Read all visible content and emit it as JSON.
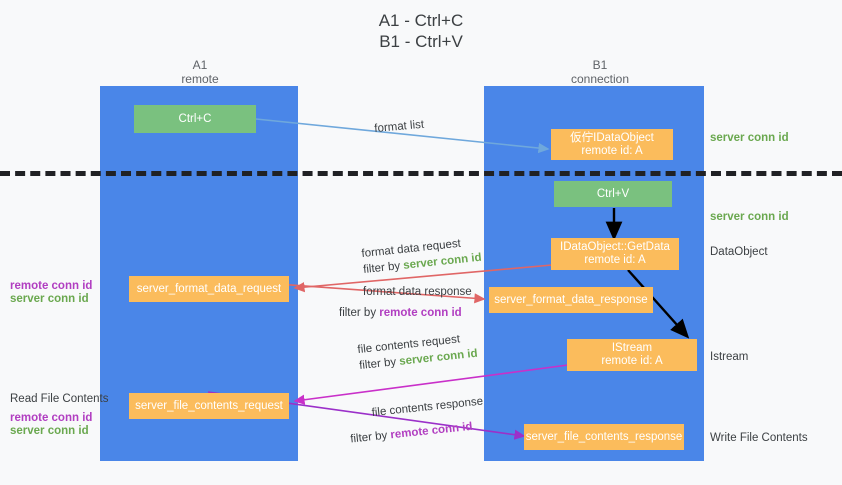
{
  "diagram": {
    "title_line1": "A1 - Ctrl+C",
    "title_line2": "B1 - Ctrl+V",
    "columns": [
      {
        "id": "a1",
        "name": "A1",
        "role": "remote"
      },
      {
        "id": "b1",
        "name": "B1",
        "role": "connection"
      }
    ],
    "colors": {
      "background": "#f8f9fa",
      "column": "#4a86e8",
      "green_node": "#7ac17f",
      "orange_node": "#fbbc5c",
      "server_conn_id": "#6aa84f",
      "remote_conn_id": "#b13ec1",
      "divider": "#202124",
      "arrow_blue": "#6fa8dc",
      "arrow_red": "#e06666",
      "arrow_magenta": "#c930c9",
      "arrow_purple": "#9b30c9",
      "arrow_black": "#000000"
    },
    "nodes": [
      {
        "id": "ctrl-c",
        "line1": "Ctrl+C",
        "line2": "",
        "style": "green"
      },
      {
        "id": "idataobject",
        "line1": "仮佇IDataObject",
        "line2": "remote id: A",
        "style": "orange"
      },
      {
        "id": "ctrl-v",
        "line1": "Ctrl+V",
        "line2": "",
        "style": "green"
      },
      {
        "id": "getdata",
        "line1": "IDataObject::GetData",
        "line2": "remote id: A",
        "style": "orange"
      },
      {
        "id": "format-data-request",
        "line1": "server_format_data_request",
        "line2": "",
        "style": "orange"
      },
      {
        "id": "format-data-response",
        "line1": "server_format_data_response",
        "line2": "",
        "style": "orange"
      },
      {
        "id": "istream",
        "line1": "IStream",
        "line2": "remote id: A",
        "style": "orange"
      },
      {
        "id": "file-contents-request",
        "line1": "server_file_contents_request",
        "line2": "",
        "style": "orange"
      },
      {
        "id": "file-contents-response",
        "line1": "server_file_contents_response",
        "line2": "",
        "style": "orange"
      }
    ],
    "right_labels": [
      {
        "id": "server-conn-id-1",
        "text": "server conn id",
        "style": "green"
      },
      {
        "id": "server-conn-id-2",
        "text": "server conn id",
        "style": "green"
      },
      {
        "id": "dataobject",
        "text": "DataObject",
        "style": "dark"
      },
      {
        "id": "istream",
        "text": "Istream",
        "style": "dark"
      },
      {
        "id": "write-file-contents",
        "text": "Write File Contents",
        "style": "dark"
      }
    ],
    "left_labels": [
      {
        "id": "remote-conn-id-1",
        "text": "remote conn id",
        "style": "purple"
      },
      {
        "id": "server-conn-id-left-1",
        "text": "server conn id",
        "style": "green"
      },
      {
        "id": "read-file-contents",
        "text": "Read File Contents",
        "style": "dark"
      },
      {
        "id": "remote-conn-id-2",
        "text": "remote conn id",
        "style": "purple"
      },
      {
        "id": "server-conn-id-left-2",
        "text": "server conn id",
        "style": "green"
      }
    ],
    "arrow_labels": [
      {
        "id": "format-list",
        "text": "format list",
        "filter_prefix": "",
        "filter_value": ""
      },
      {
        "id": "format-data-request",
        "text": "format data request",
        "filter_prefix": "filter by ",
        "filter_value": "server conn id",
        "filter_style": "green"
      },
      {
        "id": "format-data-response",
        "text": "format data response",
        "filter_prefix": "filter by ",
        "filter_value": "remote conn id",
        "filter_style": "purple"
      },
      {
        "id": "file-contents-request",
        "text": "file contents request",
        "filter_prefix": "filter by ",
        "filter_value": "server conn id",
        "filter_style": "green"
      },
      {
        "id": "file-contents-response",
        "text": "file contents response",
        "filter_prefix": "filter by ",
        "filter_value": "remote conn id",
        "filter_style": "purple"
      }
    ]
  }
}
